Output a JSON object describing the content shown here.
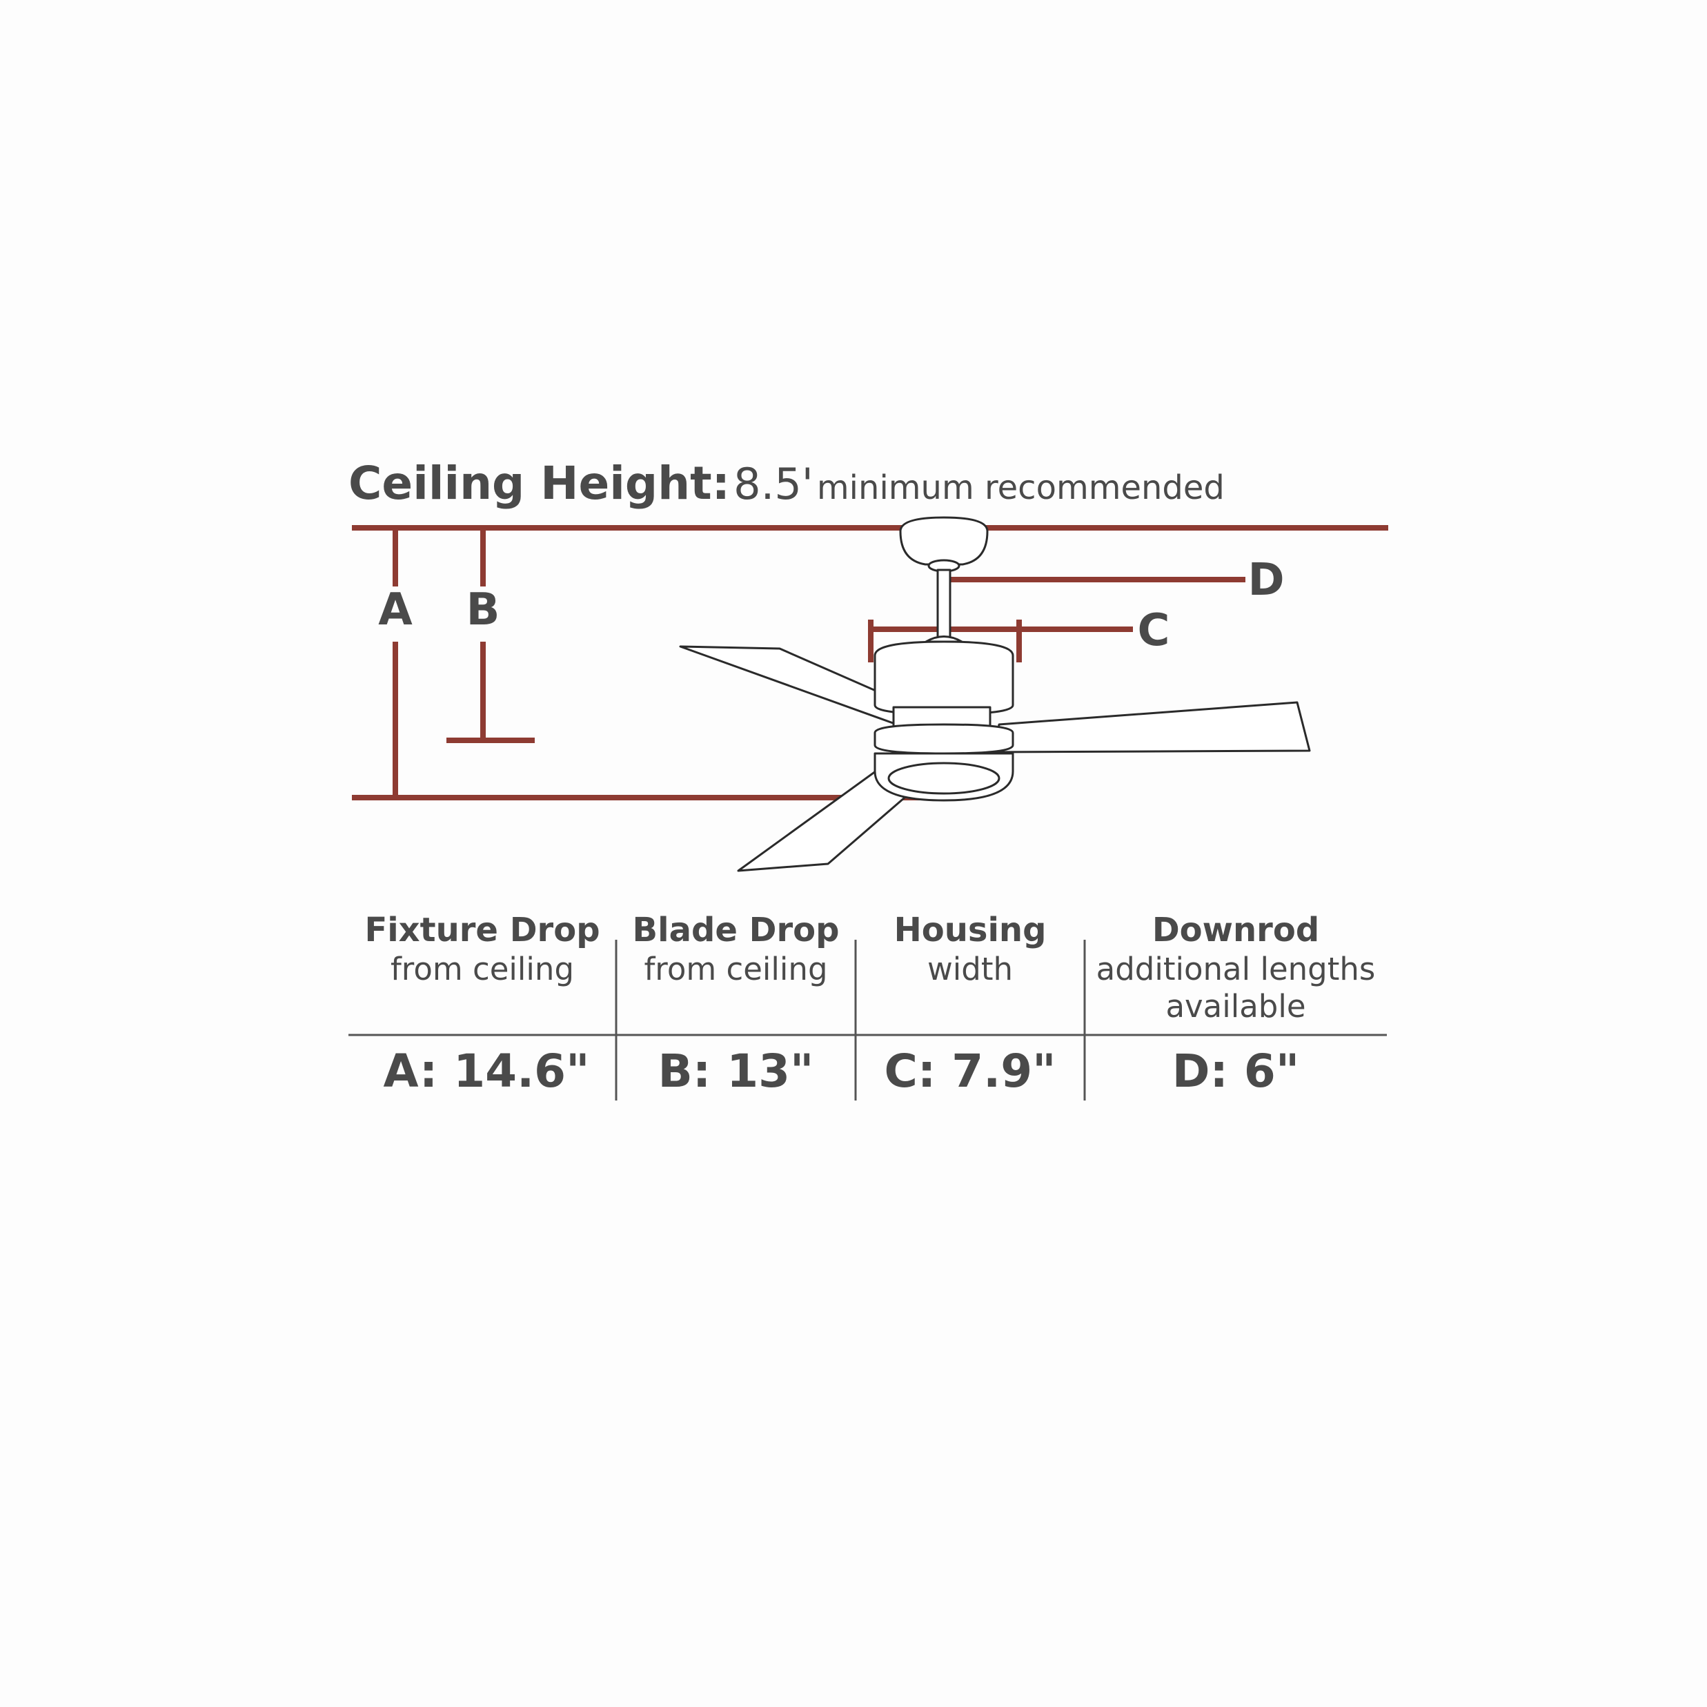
{
  "title": {
    "label": "Ceiling Height:",
    "value": "8.5'",
    "note": "minimum recommended"
  },
  "letters": {
    "a": "A",
    "b": "B",
    "c": "C",
    "d": "D"
  },
  "columns": [
    {
      "heading": "Fixture Drop",
      "sub": "from ceiling",
      "value": "A: 14.6\""
    },
    {
      "heading": "Blade Drop",
      "sub": "from ceiling",
      "value": "B: 13\""
    },
    {
      "heading": "Housing",
      "sub": "width",
      "value": "C: 7.9\""
    },
    {
      "heading": "Downrod",
      "sub": "additional lengths available",
      "value": "D: 6\""
    }
  ],
  "colors": {
    "dimension": "#8e3b32",
    "text": "#4a4a4a",
    "outline": "#2a2a2a",
    "divider": "#555555"
  }
}
